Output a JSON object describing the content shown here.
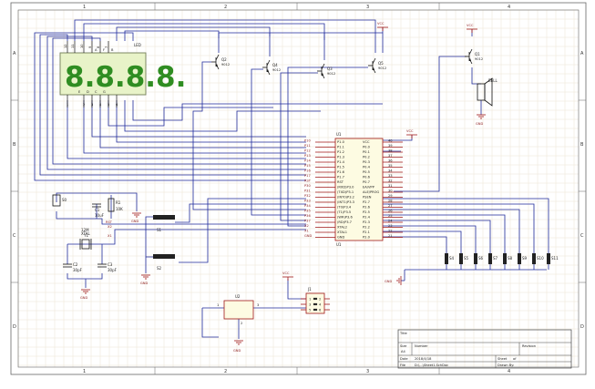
{
  "zones": {
    "columns": [
      "1",
      "2",
      "3",
      "4"
    ],
    "rows": [
      "A",
      "B",
      "C",
      "D"
    ]
  },
  "display": {
    "digits": "8.8.8.8.",
    "label": "LED",
    "top_pins": [
      "12",
      "11",
      "10",
      "9",
      "8",
      "7"
    ],
    "bottom_pins": [
      "1",
      "2",
      "3",
      "4",
      "5",
      "6"
    ],
    "top_segments": [
      "A",
      "F",
      "B"
    ],
    "bottom_segments": [
      "E",
      "D",
      "C",
      "G"
    ]
  },
  "transistors": [
    {
      "ref": "Q2",
      "part": "9012"
    },
    {
      "ref": "Q4",
      "part": "9012"
    },
    {
      "ref": "Q3",
      "part": "9012"
    },
    {
      "ref": "Q5",
      "part": "9012"
    },
    {
      "ref": "Q1",
      "part": "9012"
    }
  ],
  "vcc_labels": [
    "VCC",
    "VCC",
    "VCC",
    "VCC"
  ],
  "gnd_labels": [
    "GND",
    "GND",
    "GND",
    "GND",
    "GND",
    "GND"
  ],
  "bell": {
    "ref": "BELL"
  },
  "mcu": {
    "ref": "U1",
    "left_pins": [
      "P10",
      "P11",
      "P12",
      "P13",
      "P14",
      "P15",
      "P16",
      "P17",
      "RST",
      "P30",
      "P31",
      "P32",
      "P33",
      "P34",
      "P35",
      "P36",
      "P37",
      "X2",
      "X1",
      "GND"
    ],
    "left_internal": [
      "P1.0",
      "P1.1",
      "P1.2",
      "P1.3",
      "P1.4",
      "P1.5",
      "P1.6",
      "P1.7",
      "RST",
      "(RXD)P3.0",
      "(TXD)P3.1",
      "(INT0)P3.2",
      "(INT1)P3.3",
      "(T0)P3.4",
      "(T1)P3.5",
      "(WR)P3.6",
      "(RD)P3.7",
      "XTAL2",
      "XTAL1",
      "GND"
    ],
    "right_internal": [
      "VCC",
      "P0.0",
      "P0.1",
      "P0.2",
      "P0.3",
      "P0.4",
      "P0.5",
      "P0.6",
      "P0.7",
      "EA/VPP",
      "ALE/PROG",
      "PSEN",
      "P2.7",
      "P2.6",
      "P2.5",
      "P2.4",
      "P2.3",
      "P2.2",
      "P2.1",
      "P2.0"
    ],
    "right_pins": [
      "40",
      "39",
      "38",
      "37",
      "36",
      "35",
      "34",
      "33",
      "32",
      "31",
      "30",
      "29",
      "28",
      "27",
      "26",
      "25",
      "24",
      "23",
      "22",
      "21"
    ]
  },
  "reset": {
    "button": "S0",
    "cap": "C1",
    "cap_value": "10uF",
    "res": "R1",
    "res_value": "10K",
    "net": "RST"
  },
  "crystal": {
    "ref": "Y1",
    "freq": "12M",
    "part": "XTAL",
    "net_x1": "X1",
    "net_x2": "X2",
    "c2": "C2",
    "c2_value": "30pF",
    "c3": "C3",
    "c3_value": "30pF"
  },
  "switches_left": [
    "S1",
    "S2"
  ],
  "switches_right": [
    "S4",
    "S5",
    "S6",
    "S7",
    "S8",
    "S9",
    "S10",
    "S11"
  ],
  "regulator": {
    "ref": "U2",
    "pin_in": "1",
    "pin_out": "3",
    "pin_gnd": "2"
  },
  "header": {
    "ref": "J1",
    "pins": [
      "1",
      "2",
      "3",
      "4",
      "5",
      "6"
    ]
  },
  "title_block": {
    "title_label": "Title",
    "size_label": "Size",
    "size_value": "A4",
    "number_label": "Number",
    "revision_label": "Revision",
    "date_label": "Date",
    "date_value": "2018/4/18",
    "file_label": "File",
    "file_value": "D:\\...\\Sheet1.SchDoc",
    "sheet_label": "Sheet",
    "sheet_value": "of",
    "drawn_label": "Drawn By:"
  }
}
